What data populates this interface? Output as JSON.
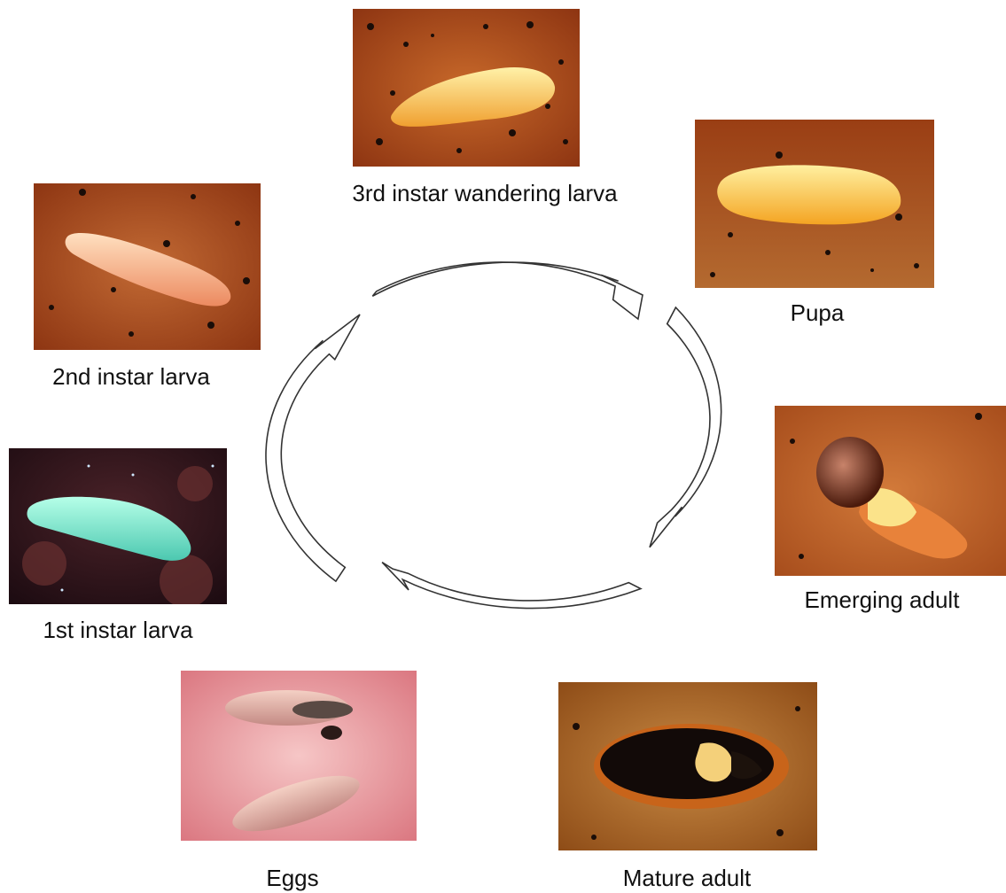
{
  "diagram": {
    "stages": [
      {
        "id": "third-instar",
        "label": "3rd instar wandering larva",
        "background": "#b5501a",
        "subject": "#f7c04a"
      },
      {
        "id": "pupa",
        "label": "Pupa",
        "background": "#a8501c",
        "subject": "#f9c23a"
      },
      {
        "id": "emerging-adult",
        "label": "Emerging adult",
        "background": "#c0602a",
        "subject": "#8a3a1c"
      },
      {
        "id": "mature-adult",
        "label": "Mature adult",
        "background": "#b4621e",
        "subject": "#1c1410"
      },
      {
        "id": "eggs",
        "label": "Eggs",
        "background": "#e89aa0",
        "subject": "#d88a8a"
      },
      {
        "id": "first-instar",
        "label": "1st instar larva",
        "background": "#3a1c22",
        "subject": "#6fe0c8"
      },
      {
        "id": "second-instar",
        "label": "2nd instar larva",
        "background": "#b04a1c",
        "subject": "#f4a070"
      }
    ],
    "arrow_stroke": "#333333",
    "arrow_fill": "#ffffff"
  }
}
